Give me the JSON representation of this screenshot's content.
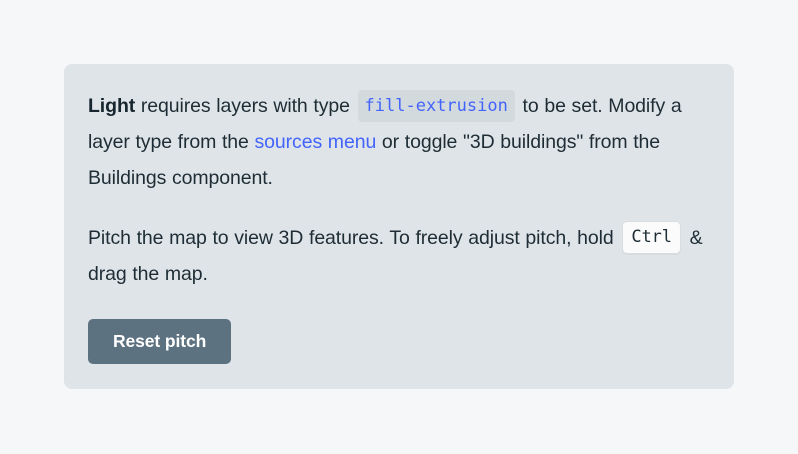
{
  "page": {
    "background_color": "#f6f7f8"
  },
  "card": {
    "background_color": "#dfe4e8",
    "paragraph_1": {
      "style_name_bold": "Light",
      "text_after_name": " requires layers with type ",
      "code_chip": "fill-extrusion",
      "text_after_chip": " to be set. Modify a layer type from the ",
      "link_label": "sources menu",
      "text_after_link": " or toggle \"3D buildings\" from the Buildings component."
    },
    "paragraph_2": {
      "text_before_key": "Pitch the map to view 3D features. To freely adjust pitch, hold ",
      "kbd_key": "Ctrl",
      "text_after_key": " & drag the map."
    },
    "button": {
      "label": "Reset pitch",
      "background_color": "#5d7281",
      "text_color": "#ffffff"
    },
    "colors": {
      "body_text": "#1e2d35",
      "link": "#4264fb",
      "code_text": "#4264fb",
      "code_background": "#d3dade",
      "kbd_background": "#fbfbfb",
      "kbd_border": "#dadddf"
    }
  }
}
